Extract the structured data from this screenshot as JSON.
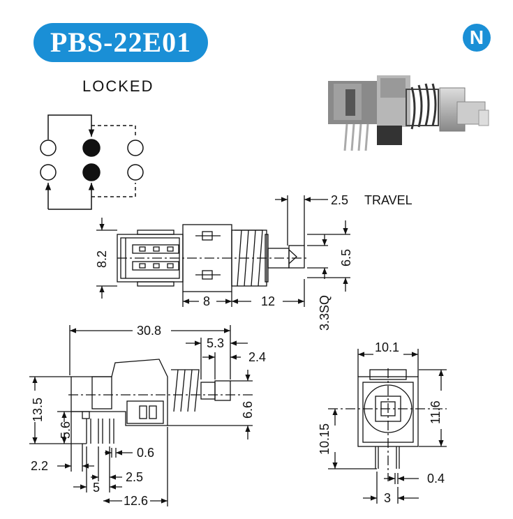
{
  "title": "PBS-22E01",
  "logo_letter": "N",
  "state_label": "LOCKED",
  "dims": {
    "travel": "2.5",
    "travel_label": "TRAVEL",
    "w8_2": "8.2",
    "h6_5": "6.5",
    "d8": "8",
    "d12": "12",
    "sq3_3": "3.3SQ",
    "d30_8": "30.8",
    "d5_3": "5.3",
    "d2_4": "2.4",
    "d13_5": "13.5",
    "d5_6": "5.6",
    "d6_6": "6.6",
    "d0_6": "0.6",
    "d2_2": "2.2",
    "d2_5": "2.5",
    "d5": "5",
    "d12_6": "12.6",
    "d10_1": "10.1",
    "d11_6": "11.6",
    "d10_15": "10.15",
    "d0_4": "0.4",
    "d3": "3"
  },
  "colors": {
    "accent": "#1a8fd6"
  }
}
